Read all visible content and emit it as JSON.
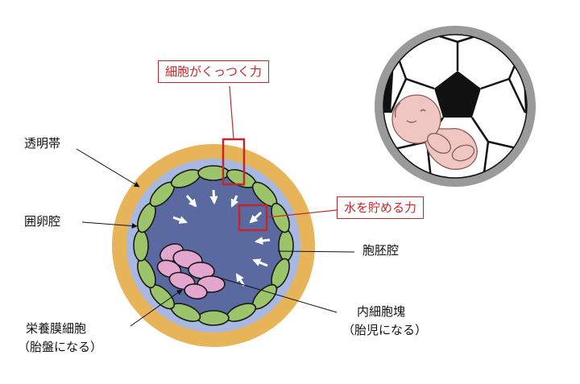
{
  "labels": {
    "zona_pellucida": "透明帯",
    "perivitelline_space": "囲卵腔",
    "trophectoderm_line1": "栄養膜細胞",
    "trophectoderm_line2": "（胎盤になる）",
    "blastocoel": "胞胚腔",
    "inner_cell_mass_line1": "内細胞塊",
    "inner_cell_mass_line2": "（胎児になる）"
  },
  "callouts": {
    "adhesion_force": "細胞がくっつく力",
    "water_storage_force": "水を貯める力"
  },
  "colors": {
    "zona": "#e8b45a",
    "perivitelline": "#a8b8e0",
    "trophectoderm_cell": "#9cc46a",
    "blastocoel": "#5a6aa0",
    "inner_cell_mass": "#e3a6cf",
    "callout_red": "#c0282d",
    "ball_ring": "#9a9a9a"
  },
  "icons": {
    "soccer_ball": "soccer-ball-icon",
    "fetus": "fetus-icon"
  }
}
